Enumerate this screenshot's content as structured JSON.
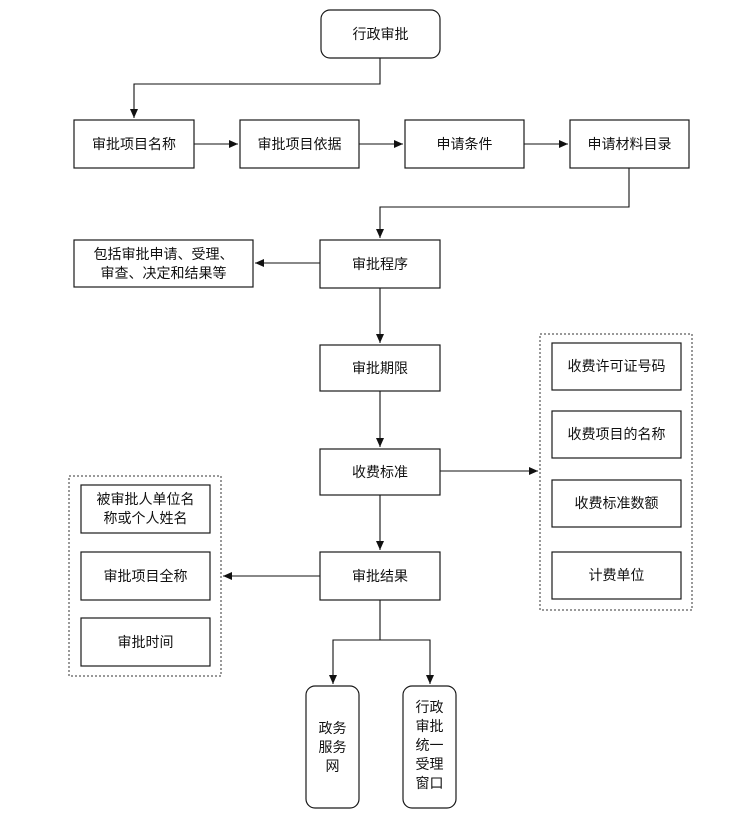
{
  "nodes": {
    "root": "行政审批",
    "item_name": "审批项目名称",
    "item_basis": "审批项目依据",
    "apply_condition": "申请条件",
    "material_list": "申请材料目录",
    "procedure": "审批程序",
    "procedure_note_line1": "包括审批申请、受理、",
    "procedure_note_line2": "审查、决定和结果等",
    "time_limit": "审批期限",
    "fee_standard": "收费标准",
    "fee_license": "收费许可证号码",
    "fee_item_name": "收费项目的名称",
    "fee_amount": "收费标准数额",
    "fee_unit": "计费单位",
    "result": "审批结果",
    "applicant_line1": "被审批人单位名",
    "applicant_line2": "称或个人姓名",
    "item_fullname": "审批项目全称",
    "approval_time": "审批时间",
    "gov_service_net": [
      "政务",
      "服务",
      "网"
    ],
    "unified_window": [
      "行政",
      "审批",
      "统一",
      "受理",
      "窗口"
    ]
  }
}
